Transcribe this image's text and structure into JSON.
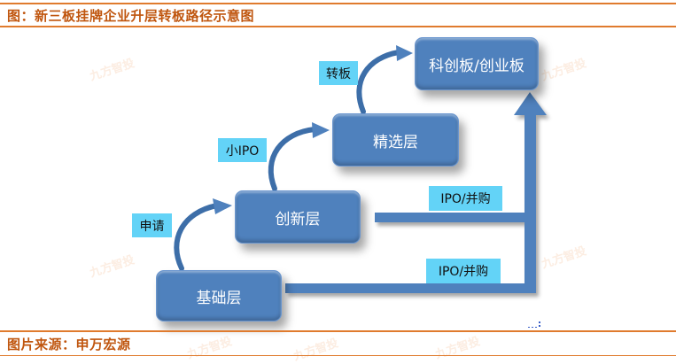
{
  "header": {
    "title": "图：新三板挂牌企业升层转板路径示意图"
  },
  "diagram": {
    "boxes": {
      "base": "基础层",
      "innovation": "创新层",
      "select": "精选层",
      "star_market": "科创板/创业板"
    },
    "tags": {
      "apply": "申请",
      "small_ipo": "小IPO",
      "transfer": "转板",
      "ipo_ma_upper": "IPO/并购",
      "ipo_ma_lower": "IPO/并购"
    },
    "colors": {
      "box": "#4f81bd",
      "tag": "#63d3f7",
      "accent": "#e07b2e",
      "caption": "#c0560f"
    }
  },
  "footer": {
    "source": "图片来源：申万宏源"
  },
  "watermark": {
    "text": "九方智投"
  }
}
